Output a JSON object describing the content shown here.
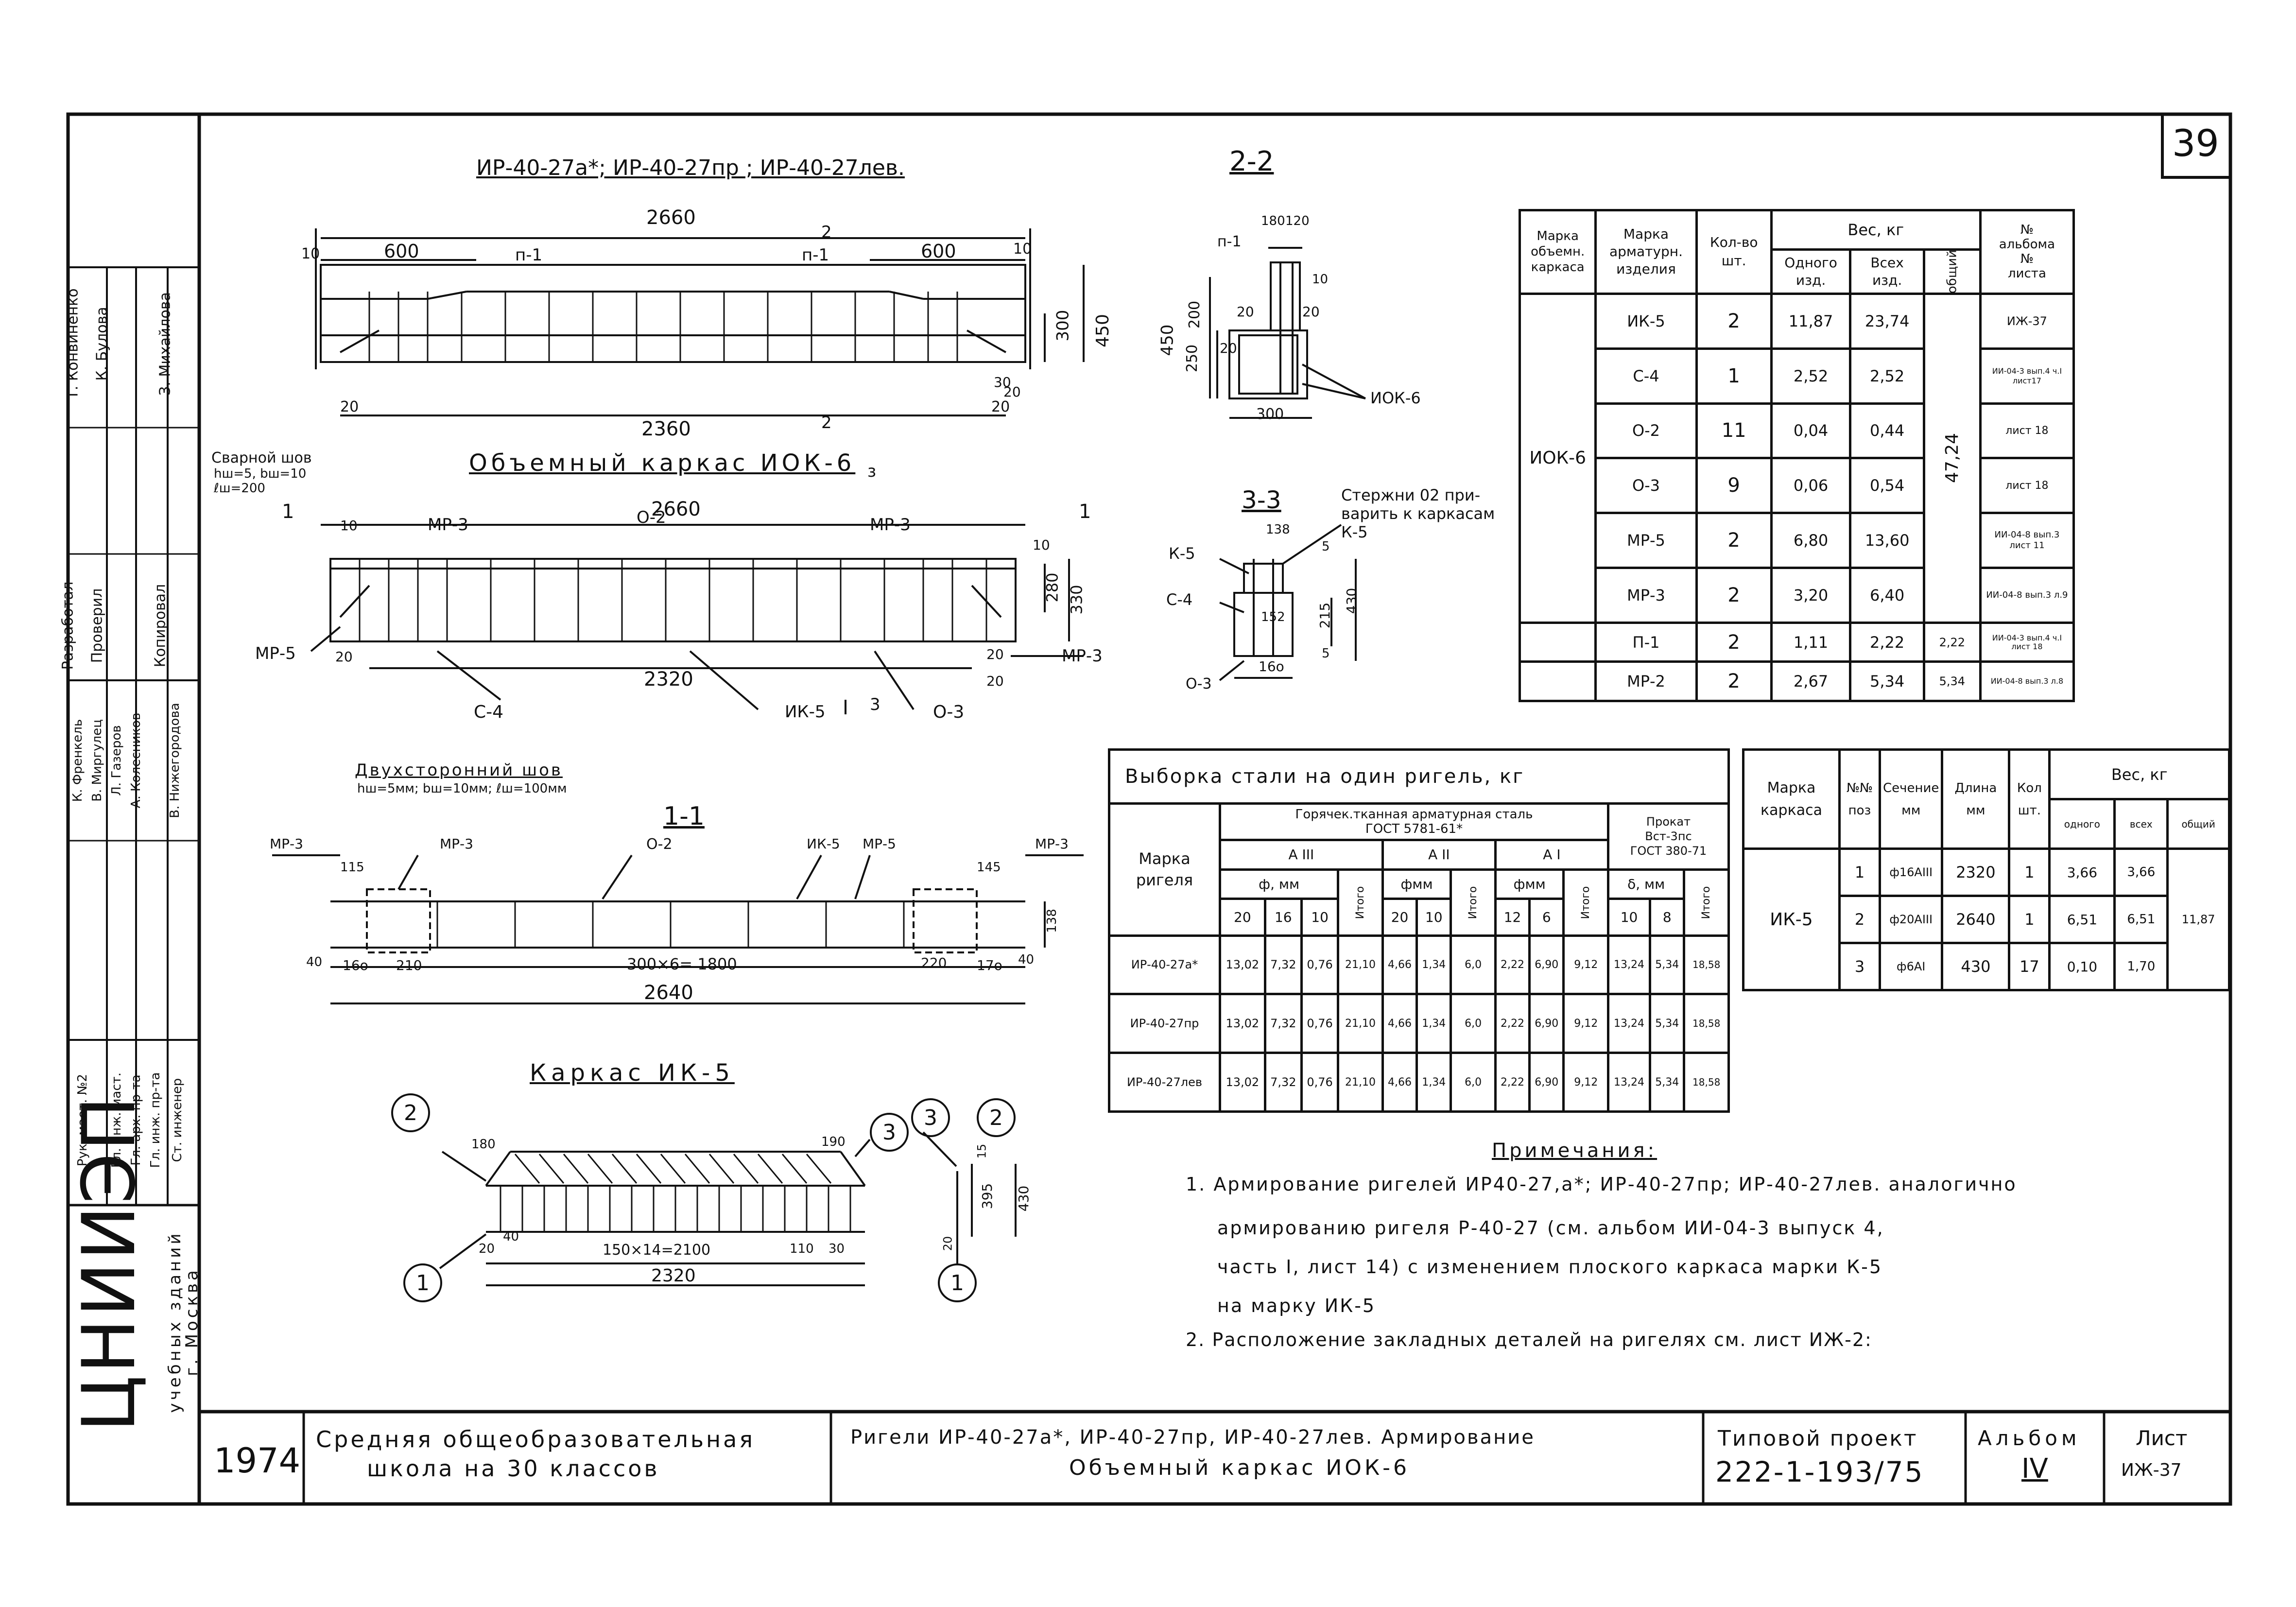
{
  "sheet_number": "39",
  "titles": {
    "elevation": "ИР-40-27а*; ИР-40-27пр ; ИР-40-27лев.",
    "section_22": "2-2",
    "frame": "Объемный каркас ИОК-6",
    "frame_sub": "з",
    "section_33": "3-3",
    "section_11": "1-1",
    "flat_frame": "Каркас ИК-5"
  },
  "elevation": {
    "dim_total": "2660",
    "dim_left": "600",
    "dim_right": "600",
    "dim_bottom": "2360",
    "dim_300": "300",
    "dim_450": "450",
    "dim_10a": "10",
    "dim_10b": "10",
    "dim_20a": "20",
    "dim_20b": "20",
    "dim_30": "30",
    "dim_20c": "20",
    "lbl_p1a": "п-1",
    "lbl_p1b": "п-1",
    "cut_2": "2",
    "cut_2b": "2"
  },
  "frame": {
    "dim_total": "2660",
    "dim_bottom": "2320",
    "dim_280": "280",
    "dim_330": "330",
    "dim_10a": "10",
    "dim_10b": "10",
    "dim_20a": "20",
    "dim_20b": "20",
    "dim_20c": "20",
    "lbl_mp3a": "МР-3",
    "lbl_o2": "О-2",
    "lbl_mp3b": "МР-3",
    "lbl_mp5": "МР-5",
    "lbl_mp3c": "МР-3",
    "lbl_c4": "С-4",
    "lbl_ik5": "ИК-5",
    "lbl_o3": "О-3",
    "cut_11a": "1",
    "cut_11b": "1",
    "cut_3": "3",
    "weld1_title": "Сварной шов",
    "weld1_l1": "hш=5, bш=10",
    "weld1_l2": "ℓш=200",
    "weld2_title": "Двухсторонний шов",
    "weld2_sub": "hш=5мм; bш=10мм; ℓш=100мм"
  },
  "section22": {
    "dim_top": "180",
    "dim_top2": "120",
    "dim_450": "450",
    "dim_250": "250",
    "dim_200": "200",
    "dim_300": "300",
    "dim_20a": "20",
    "dim_20b": "20",
    "dim_20c": "20",
    "dim_10": "10",
    "lbl_p1": "п-1",
    "lbl_iok6": "ИОК-6"
  },
  "section33": {
    "note": "Стержни 02 при-варить к каркасам К-5",
    "lbl_k5": "К-5",
    "lbl_c4": "С-4",
    "lbl_o3": "О-3",
    "dim_138": "138",
    "dim_152": "152",
    "dim_160": "16о",
    "dim_215": "215",
    "dim_430": "430",
    "dim_5a": "5",
    "dim_5b": "5"
  },
  "section11": {
    "lbl_mp3a": "МР-3",
    "lbl_mp3b": "МР-3",
    "lbl_o2": "О-2",
    "lbl_ik5": "ИК-5",
    "lbl_mp5": "МР-5",
    "lbl_mp3c": "МР-3",
    "dim_115": "115",
    "dim_145": "145",
    "dim_40a": "40",
    "dim_160": "16о",
    "dim_210": "210",
    "dim_mid": "300×6= 1800",
    "dim_220": "220",
    "dim_170": "17о",
    "dim_40b": "40",
    "dim_138": "138",
    "dim_total": "2640"
  },
  "ik5": {
    "dim_180a": "180",
    "dim_190": "190",
    "dim_20": "20",
    "dim_40": "40",
    "dim_mid": "150×14=2100",
    "dim_110": "110",
    "dim_30": "30",
    "dim_total": "2320",
    "call_1a": "1",
    "call_2a": "2",
    "call_3a": "3",
    "call_3b": "3",
    "call_2b": "2",
    "call_1b": "1",
    "side_15": "15",
    "side_395": "395",
    "side_430": "430",
    "side_20": "20"
  },
  "weight_table": {
    "head": {
      "mark_frame": [
        "Марка",
        "объемн.",
        "каркаса"
      ],
      "mark_item": [
        "Марка",
        "арматурн.",
        "изделия"
      ],
      "qty": [
        "Кол-во",
        "шт."
      ],
      "weight": "Вес, кг",
      "one": [
        "Одного",
        "изд."
      ],
      "all": [
        "Всех",
        "изд."
      ],
      "total": "общий",
      "album": [
        "№",
        "альбома",
        "№",
        "листа"
      ]
    },
    "frame_mark": "ИОК-6",
    "total_weight": "47,24",
    "rows": [
      {
        "item": "ИК-5",
        "qty": "2",
        "one": "11,87",
        "all": "23,74",
        "total": "",
        "album": "ИЖ-37"
      },
      {
        "item": "С-4",
        "qty": "1",
        "one": "2,52",
        "all": "2,52",
        "total": "",
        "album": "ИИ-04-3 вып.4 ч.I лист17"
      },
      {
        "item": "О-2",
        "qty": "11",
        "one": "0,04",
        "all": "0,44",
        "total": "",
        "album": "лист 18"
      },
      {
        "item": "О-3",
        "qty": "9",
        "one": "0,06",
        "all": "0,54",
        "total": "",
        "album": "лист 18"
      },
      {
        "item": "МР-5",
        "qty": "2",
        "one": "6,80",
        "all": "13,60",
        "total": "",
        "album": "ИИ-04-8 вып.3 лист 11"
      },
      {
        "item": "МР-3",
        "qty": "2",
        "one": "3,20",
        "all": "6,40",
        "total": "",
        "album": "ИИ-04-8 вып.3 л.9"
      },
      {
        "item": "П-1",
        "qty": "2",
        "one": "1,11",
        "all": "2,22",
        "total": "2,22",
        "album": "ИИ-04-3 вып.4 ч.I лист 18"
      },
      {
        "item": "МР-2",
        "qty": "2",
        "one": "2,67",
        "all": "5,34",
        "total": "5,34",
        "album": "ИИ-04-8 вып.3 л.8"
      }
    ]
  },
  "steel_table": {
    "title": "Выборка стали на один ригель, кг",
    "head": {
      "mark": [
        "Марка",
        "ригеля"
      ],
      "hot": [
        "Горячек.тканная арматурная сталь",
        "ГОСТ 5781-61*"
      ],
      "aiii": "А III",
      "aii": "А II",
      "ai": "А I",
      "rolled": [
        "Прокат",
        "Вст-3пс",
        "ГОСТ 380-71"
      ],
      "phi": "ф, мм",
      "phi2": "фмм",
      "phi3": "фмм",
      "delta": "δ, мм",
      "itogo": "Итого",
      "c20": "20",
      "c16": "16",
      "c10": "10",
      "c20b": "20",
      "c10b": "10",
      "c12": "12",
      "c6": "6",
      "c10c": "10",
      "c8": "8"
    },
    "rows": [
      {
        "mark": "ИР-40-27а*",
        "v": [
          "13,02",
          "7,32",
          "0,76",
          "21,10",
          "4,66",
          "1,34",
          "6,0",
          "2,22",
          "6,90",
          "9,12",
          "13,24",
          "5,34",
          "18,58"
        ]
      },
      {
        "mark": "ИР-40-27пр",
        "v": [
          "13,02",
          "7,32",
          "0,76",
          "21,10",
          "4,66",
          "1,34",
          "6,0",
          "2,22",
          "6,90",
          "9,12",
          "13,24",
          "5,34",
          "18,58"
        ]
      },
      {
        "mark": "ИР-40-27лев",
        "v": [
          "13,02",
          "7,32",
          "0,76",
          "21,10",
          "4,66",
          "1,34",
          "6,0",
          "2,22",
          "6,90",
          "9,12",
          "13,24",
          "5,34",
          "18,58"
        ]
      }
    ]
  },
  "ik_table": {
    "head": {
      "mark": [
        "Марка",
        "каркаса"
      ],
      "pos": [
        "№№",
        "поз"
      ],
      "section": [
        "Сечение",
        "мм"
      ],
      "length": [
        "Длина",
        "мм"
      ],
      "qty": [
        "Кол",
        "шт."
      ],
      "weight": "Вес, кг",
      "one": "одного",
      "all": "всех",
      "total": "общий"
    },
    "mark": "ИК-5",
    "total": "11,87",
    "rows": [
      {
        "pos": "1",
        "section": "ф16АIII",
        "length": "2320",
        "qty": "1",
        "one": "3,66",
        "all": "3,66"
      },
      {
        "pos": "2",
        "section": "ф20АIII",
        "length": "2640",
        "qty": "1",
        "one": "6,51",
        "all": "6,51"
      },
      {
        "pos": "3",
        "section": "ф6АI",
        "length": "430",
        "qty": "17",
        "one": "0,10",
        "all": "1,70"
      }
    ]
  },
  "notes": {
    "title": "Примечания:",
    "line1": "1. Армирование ригелей ИР40-27,а*; ИР-40-27пр; ИР-40-27лев. аналогично",
    "line2": "армированию ригеля Р-40-27 (см. альбом ИИ-04-3 выпуск 4,",
    "line3": "часть I, лист 14) с изменением плоского каркаса марки К-5",
    "line4": "на марку ИК-5",
    "line5": "2. Расположение закладных деталей на ригелях см. лист ИЖ-2:"
  },
  "stamp": {
    "org": "ЦНИИЭП",
    "org_sub1": "учебных зданий",
    "org_sub2": "г. Москва",
    "year": "1974",
    "project1": "Средняя общеобразовательная",
    "project2": "школа на 30 классов",
    "drawing1": "Ригели ИР-40-27а*, ИР-40-27пр, ИР-40-27лев. Армирование",
    "drawing2": "Объемный каркас ИОК-6",
    "typ_label": "Типовой проект",
    "typ_value": "222-1-193/75",
    "album_label": "Альбом",
    "album_value": "IV",
    "sheet_label": "Лист",
    "sheet_value": "ИЖ-37"
  },
  "side": {
    "roles": [
      "Рук. мает. №2",
      "Гл. инж. маст.",
      "Гл. арх. пр-та",
      "Гл. инж. пр-та",
      "Ст. инженер"
    ],
    "names": [
      "К. Френкель",
      "В. Миргулец",
      "Л. Газеров",
      "А. Колесников",
      "В. Нижегородова"
    ],
    "roles2": [
      "Разработал",
      "Проверил",
      "Копировал"
    ],
    "names2": [
      "Т. Конвиненко",
      "К. Булова",
      "З. Михайлова"
    ]
  }
}
